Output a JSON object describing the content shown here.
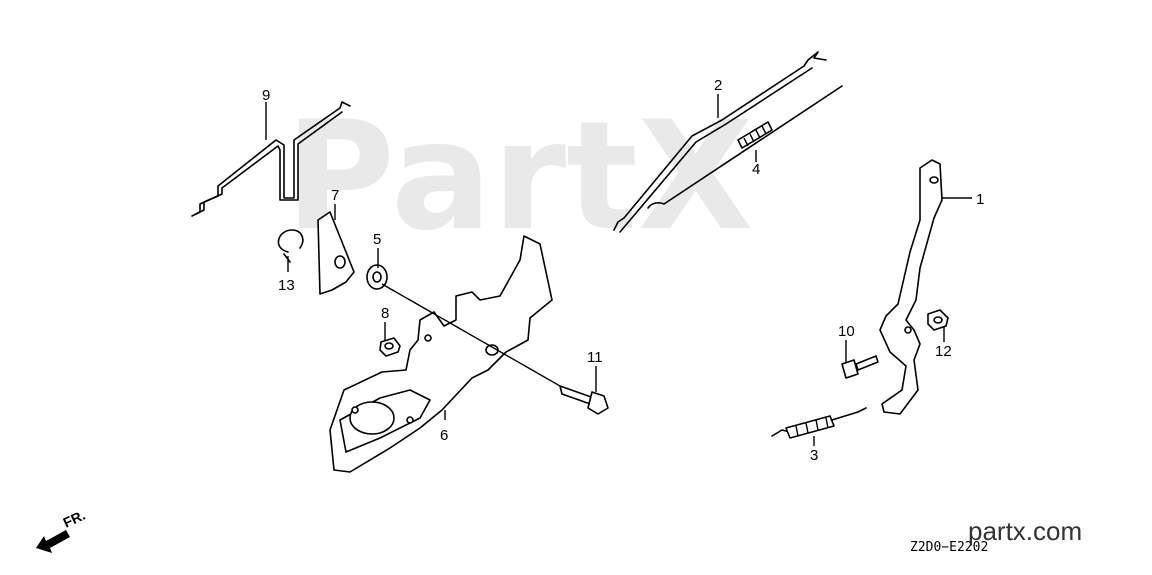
{
  "watermark": "PartX",
  "direction_label": "FR.",
  "diagram_code": "Z2D0−E2202",
  "site": "partx.com",
  "callouts": {
    "p1": "1",
    "p2": "2",
    "p3": "3",
    "p4": "4",
    "p5": "5",
    "p6": "6",
    "p7": "7",
    "p8": "8",
    "p9": "9",
    "p10": "10",
    "p11": "11",
    "p12": "12",
    "p13": "13"
  }
}
